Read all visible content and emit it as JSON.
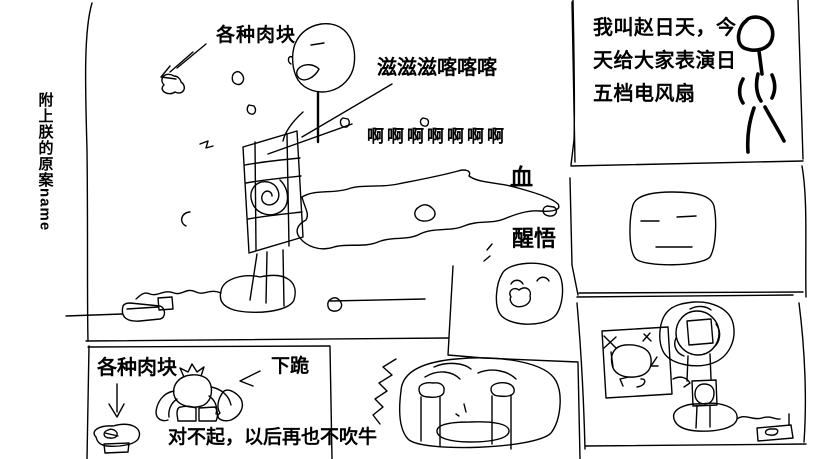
{
  "page": {
    "background_color": "#ffffff",
    "ink_color": "#000000"
  },
  "side_caption": {
    "text": "附上朕的原案name"
  },
  "main_panel": {
    "label_meat_chunks": "各种肉块",
    "sfx_sizzle": "滋滋滋喀喀喀",
    "sfx_scream": "啊啊啊啊啊啊啊",
    "label_blood": "血",
    "label_realization": "醒悟"
  },
  "intro_panel": {
    "lines": [
      "我叫赵日天，今",
      "天给大家表演日",
      "五档电风扇"
    ]
  },
  "kneel_panel": {
    "label_meat_chunks": "各种肉块",
    "label_kneel": "下跪",
    "apology_text": "对不起，以后再也不吹牛"
  }
}
